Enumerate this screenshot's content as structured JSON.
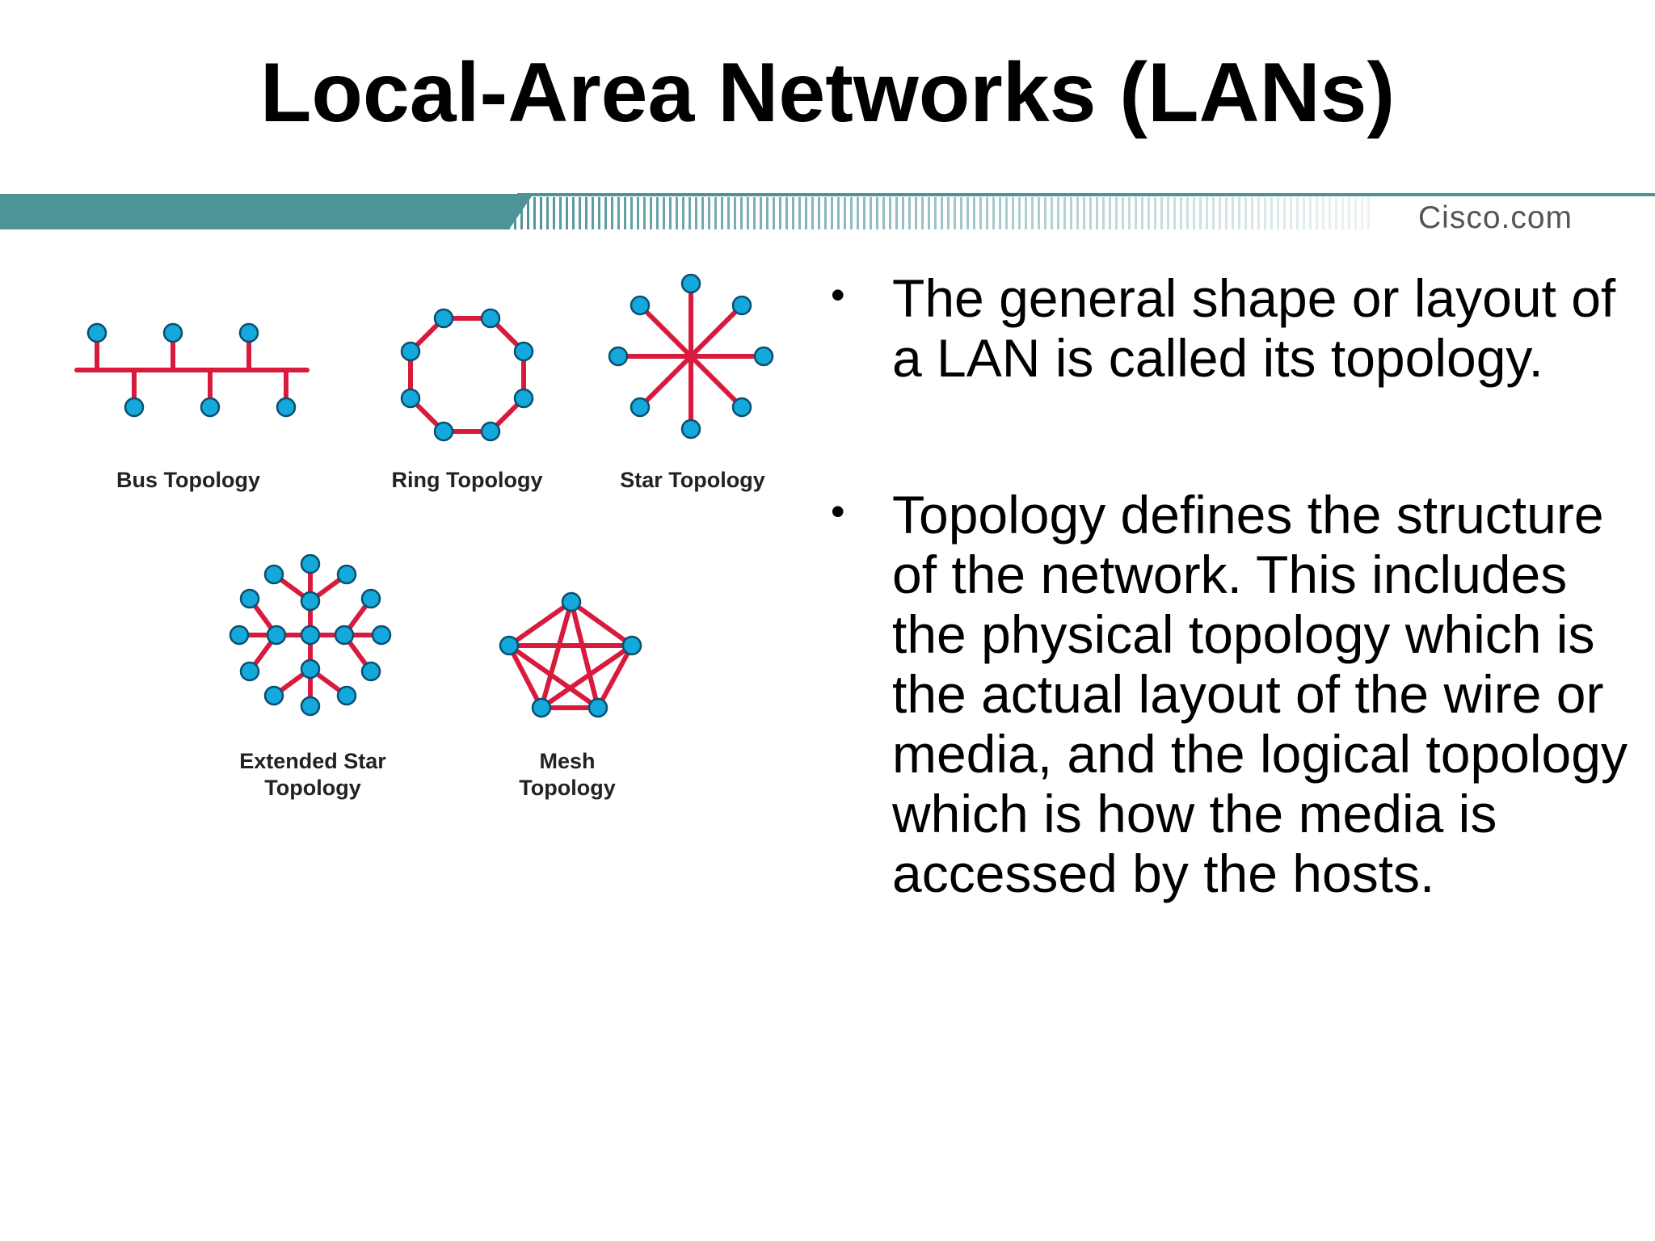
{
  "slide": {
    "title": "Local-Area Networks (LANs)",
    "brand": "Cisco.com"
  },
  "colors": {
    "link": "#d81b3d",
    "node": "#15a8dc",
    "nodeStroke": "#0a4f6e",
    "banner": "#4d9499"
  },
  "topologies": [
    {
      "label": "Bus Topology"
    },
    {
      "label": "Ring Topology"
    },
    {
      "label": "Star Topology"
    },
    {
      "label": [
        "Extended Star",
        "Topology"
      ]
    },
    {
      "label": [
        "Mesh",
        "Topology"
      ]
    }
  ],
  "bullets": [
    "The general shape or layout of a LAN is called its topology.",
    "Topology defines the structure of the network. This includes the physical topology which is the actual layout of the wire or media, and the logical topology which is how the media is accessed by the hosts."
  ]
}
